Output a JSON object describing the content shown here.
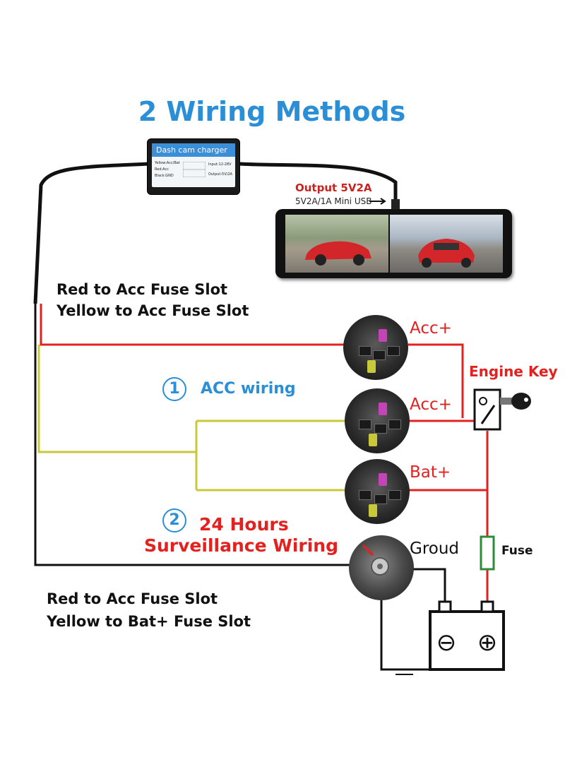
{
  "title": "2 Wiring Methods",
  "charger": {
    "label": "Dash cam charger",
    "line1": "Yellow:Acc/Bat",
    "line2": "Red:Acc",
    "line3": "Black:GND",
    "input": "Input:12-28V",
    "output": "Output:5V/2A"
  },
  "output": {
    "title": "Output 5V2A",
    "sub": "5V2A/1A Mini USB"
  },
  "method1": {
    "note_line1": "Red to Acc Fuse Slot",
    "note_line2": "Yellow to Acc Fuse Slot",
    "number": "1",
    "label": "ACC wiring"
  },
  "method2": {
    "number": "2",
    "label_line1": "24 Hours",
    "label_line2": "Surveillance Wiring",
    "note_line1": "Red to Acc Fuse Slot",
    "note_line2": "Yellow to Bat+ Fuse Slot"
  },
  "terminals": {
    "acc1": "Acc+",
    "acc2": "Acc+",
    "bat": "Bat+",
    "ground": "Groud"
  },
  "engine_key": "Engine Key",
  "fuse": "Fuse",
  "battery": {
    "minus": "⊖",
    "plus": "⊕"
  },
  "colors": {
    "red_wire": "#e3211f",
    "yellow_wire": "#c8c83a",
    "black_wire": "#111111",
    "title_blue": "#2a8fd6"
  }
}
